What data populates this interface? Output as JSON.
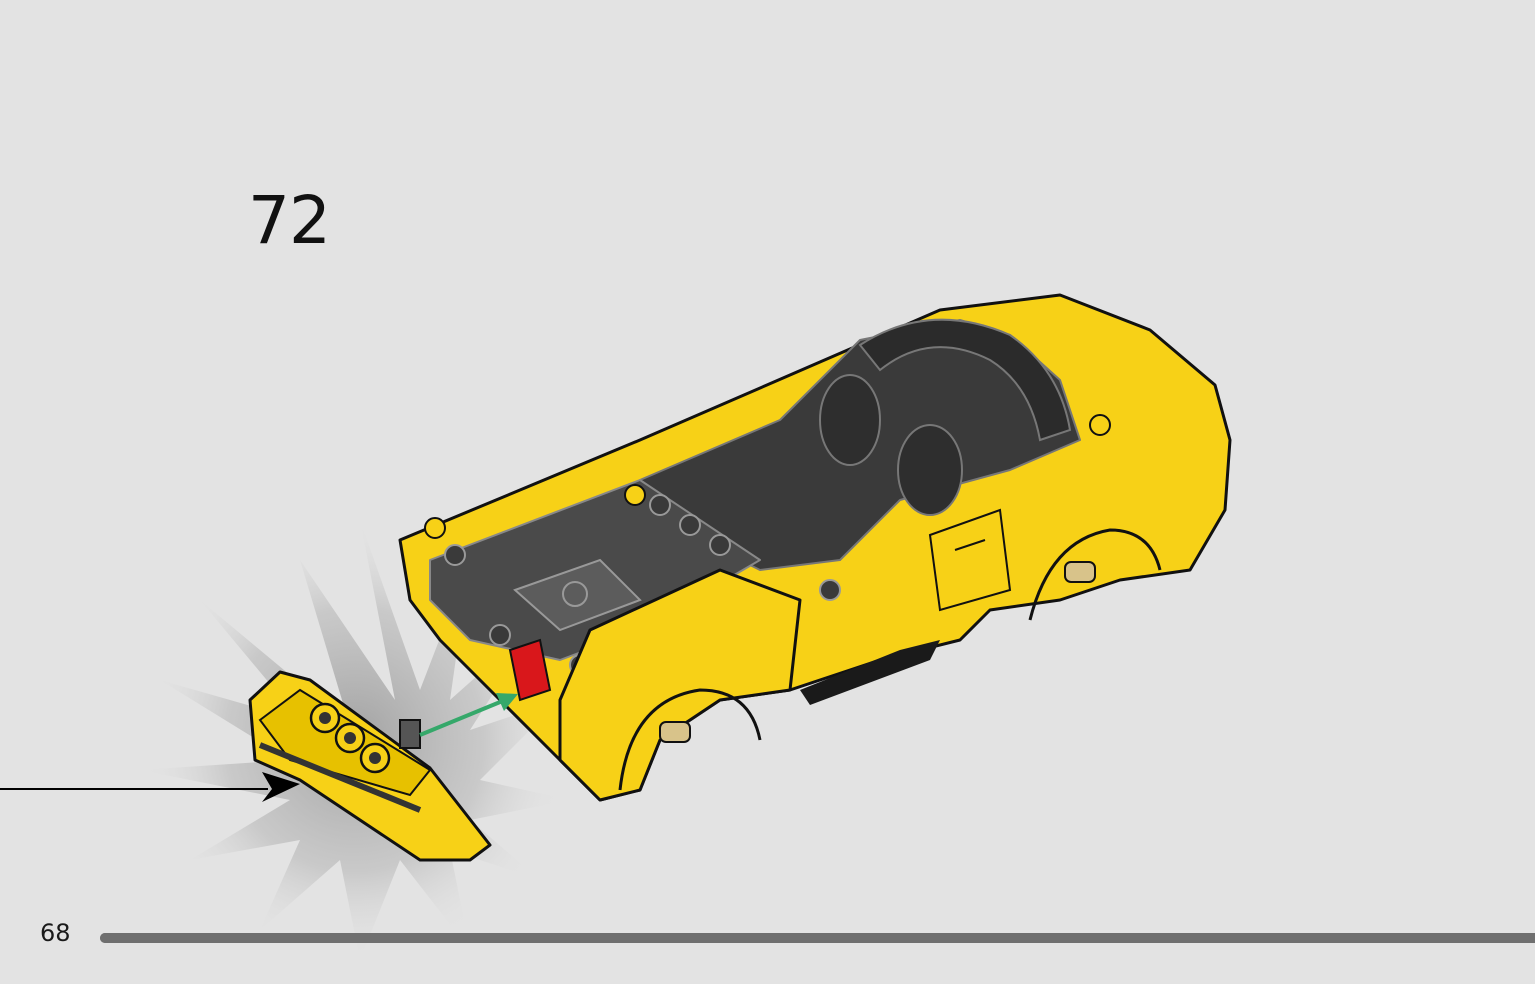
{
  "step": {
    "number": "72"
  },
  "footer": {
    "page_number": "68",
    "progress": 1.0
  },
  "colors": {
    "background": "#e3e3e3",
    "brick_yellow": "#f7d117",
    "brick_yellow_shade": "#d8b000",
    "brick_dark_grey": "#3a3a3a",
    "brick_light_grey": "#8a8a8a",
    "brick_red": "#d9171b",
    "arrow_green": "#35a86a",
    "callout_arrow": "#000000",
    "progress_bar": "#6f6f6f"
  },
  "illustration": {
    "model": "yellow-sports-car-assembly",
    "new_part": "yellow-wedge-plate-with-3-studs",
    "icons": [
      "assembly-arrow-icon",
      "callout-arrow-icon",
      "highlight-burst-icon"
    ]
  }
}
